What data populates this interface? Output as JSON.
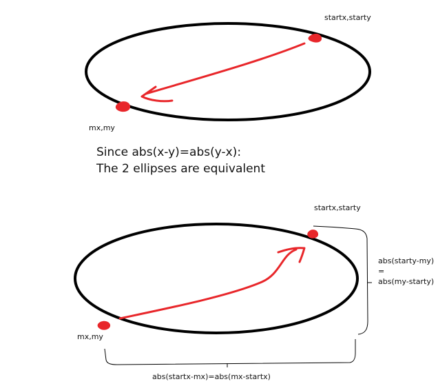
{
  "colors": {
    "ellipse": "#000000",
    "arrow": "#e8262a",
    "bracket": "#000000",
    "text": "#111111"
  },
  "top": {
    "start_label": "startx,starty",
    "mouse_label": "mx,my"
  },
  "explanation": {
    "line1": "Since abs(x-y)=abs(y-x):",
    "line2": "The 2 ellipses are equivalent"
  },
  "bottom": {
    "start_label": "startx,starty",
    "mouse_label": "mx,my",
    "vertical_measure": {
      "line1": "abs(starty-my)",
      "line2": "=",
      "line3": "abs(my-starty)"
    },
    "horizontal_measure": "abs(startx-mx)=abs(mx-startx)"
  }
}
